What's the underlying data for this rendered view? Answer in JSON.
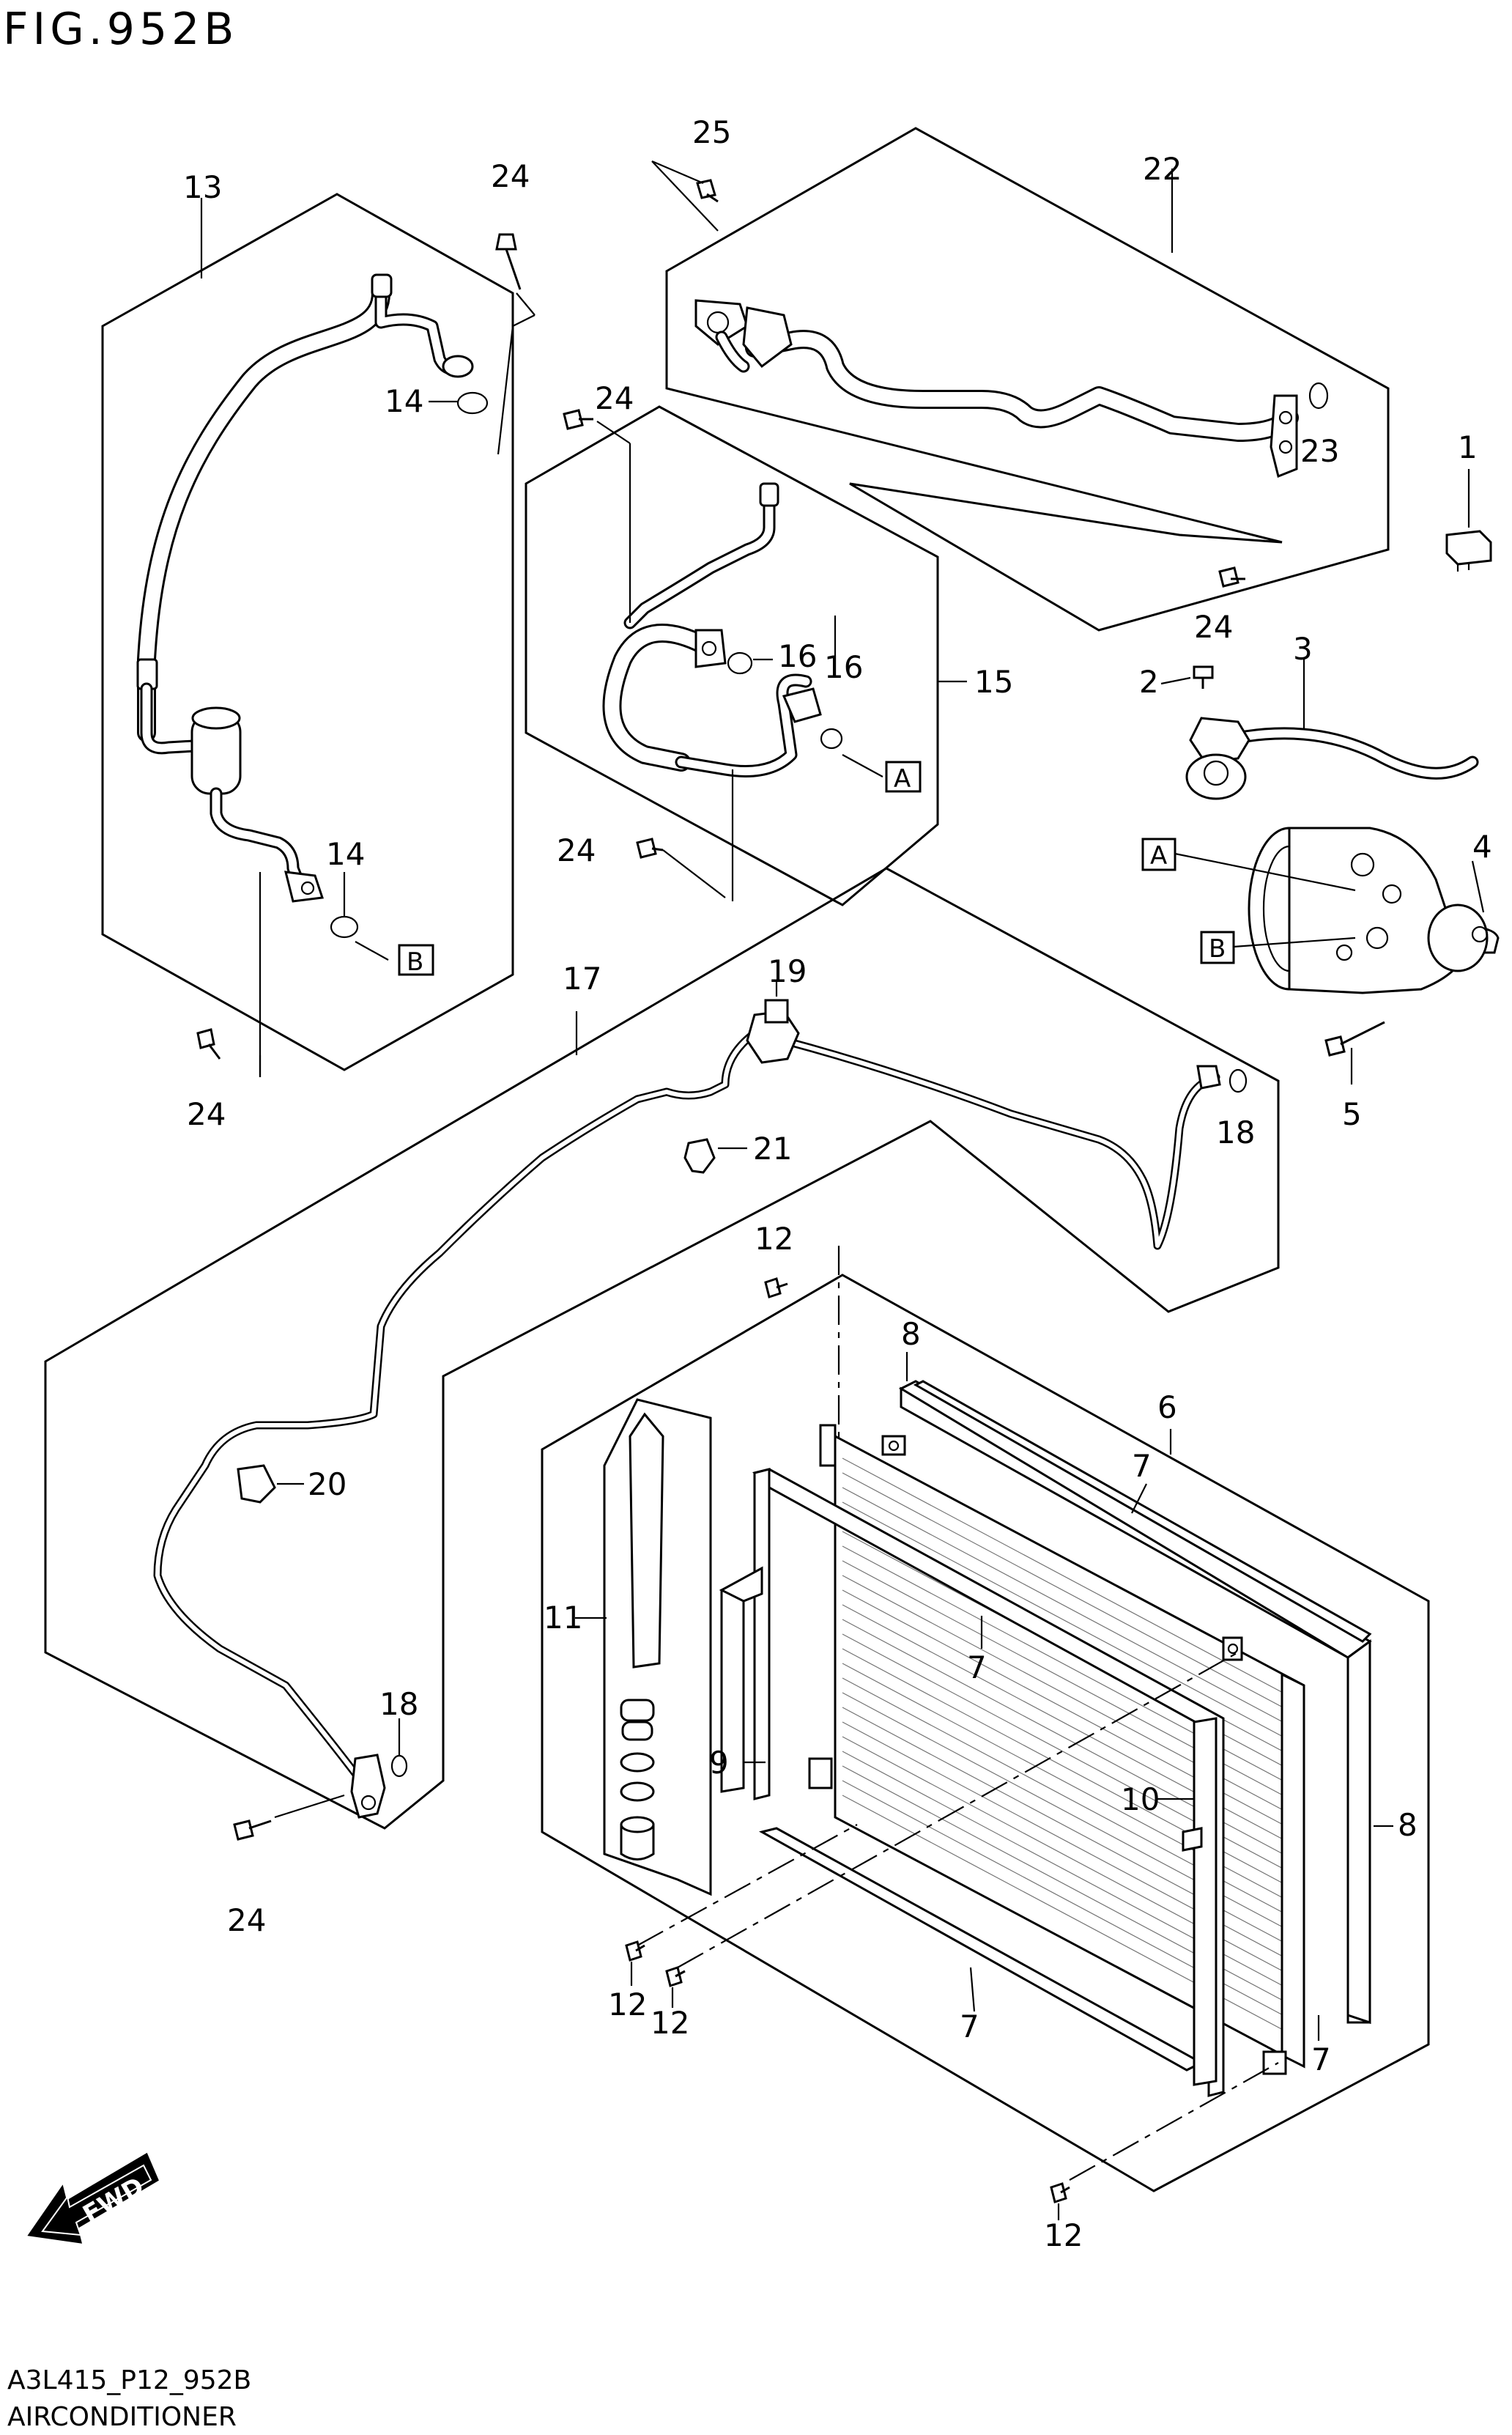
{
  "figure": {
    "title": "FIG.952B",
    "code": "A3L415_P12_952B",
    "name": "AIRCONDITIONER",
    "fwd_label": "FWD"
  },
  "callouts": {
    "p1": "1",
    "p2": "2",
    "p3": "3",
    "p4": "4",
    "p5": "5",
    "p6": "6",
    "p7a": "7",
    "p7b": "7",
    "p7c": "7",
    "p7d": "7",
    "p8a": "8",
    "p8b": "8",
    "p9": "9",
    "p10": "10",
    "p11": "11",
    "p12a": "12",
    "p12b": "12",
    "p12c": "12",
    "p12d": "12",
    "p13": "13",
    "p14a": "14",
    "p14b": "14",
    "p15": "15",
    "p16a": "16",
    "p16b": "16",
    "p17": "17",
    "p18a": "18",
    "p18b": "18",
    "p19": "19",
    "p20": "20",
    "p21": "21",
    "p22": "22",
    "p23": "23",
    "p24a": "24",
    "p24b": "24",
    "p24c": "24",
    "p24d": "24",
    "p24e": "24",
    "p24f": "24",
    "p25": "25"
  },
  "connection_marks": {
    "a1": "A",
    "a2": "A",
    "b1": "B",
    "b2": "B"
  }
}
